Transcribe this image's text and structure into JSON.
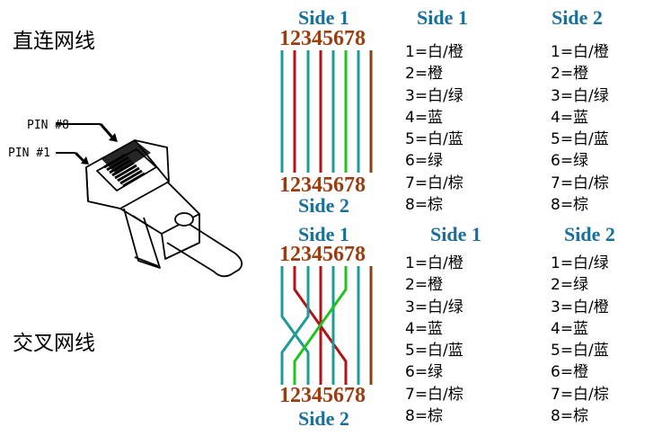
{
  "straight": {
    "title": "直连网线",
    "wire_side1_label": "Side 1",
    "wire_side2_label": "Side 2",
    "pin_numbers_top": "12345678",
    "pin_numbers_bottom": "12345678",
    "col1_header": "Side 1",
    "col2_header": "Side 2",
    "col1_pins": [
      "1=白/橙",
      "2=橙",
      "3=白/绿",
      "4=蓝",
      "5=白/蓝",
      "6=绿",
      "7=白/棕",
      "8=棕"
    ],
    "col2_pins": [
      "1=白/橙",
      "2=橙",
      "3=白/绿",
      "4=蓝",
      "5=白/蓝",
      "6=绿",
      "7=白/棕",
      "8=棕"
    ]
  },
  "crossover": {
    "title": "交叉网线",
    "wire_side1_label": "Side 1",
    "wire_side2_label": "Side 2",
    "pin_numbers_top": "12345678",
    "pin_numbers_bottom": "12345678",
    "col1_header": "Side 1",
    "col2_header": "Side 2",
    "col1_pins": [
      "1=白/橙",
      "2=橙",
      "3=白/绿",
      "4=蓝",
      "5=白/蓝",
      "6=绿",
      "7=白/棕",
      "8=棕"
    ],
    "col2_pins": [
      "1=白/绿",
      "2=绿",
      "3=白/橙",
      "4=蓝",
      "5=白/蓝",
      "6=橙",
      "7=白/棕",
      "8=棕"
    ]
  },
  "connector": {
    "pin8_label": "PIN #8",
    "pin1_label": "PIN #1"
  },
  "colors": {
    "teal": "#1f9a9a",
    "red": "#b0131a",
    "green": "#1fc21f",
    "brown": "#8b3f12",
    "side_label": "#1a6e9a",
    "digits": "#9a3d12"
  }
}
